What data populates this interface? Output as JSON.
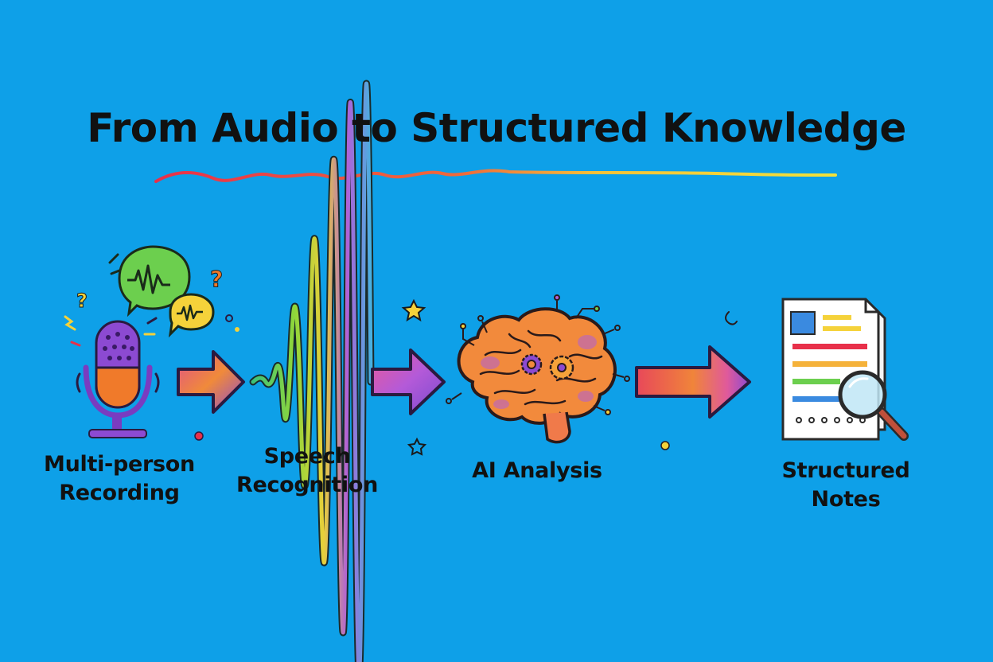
{
  "title": "From Audio to Structured Knowledge",
  "steps": [
    {
      "line1": "Multi-person",
      "line2": "Recording",
      "icon": "microphone-icon"
    },
    {
      "line1": "Speech",
      "line2": "Recognition",
      "icon": "sound-wave-icon"
    },
    {
      "line1": "AI Analysis",
      "line2": "",
      "icon": "brain-icon"
    },
    {
      "line1": "Structured Notes",
      "line2": "",
      "icon": "document-magnifier-icon"
    }
  ],
  "colors": {
    "background": "#0ea0e8",
    "text": "#111111",
    "underline_start": "#e8304a",
    "underline_end": "#f2e23a",
    "mic_purple": "#8c4ad2",
    "mic_orange": "#f07a2a",
    "bubble_green": "#6ccf4e",
    "bubble_yellow": "#f5d23a",
    "brain_orange": "#f28a3c",
    "arrow_pink": "#e0508a"
  }
}
